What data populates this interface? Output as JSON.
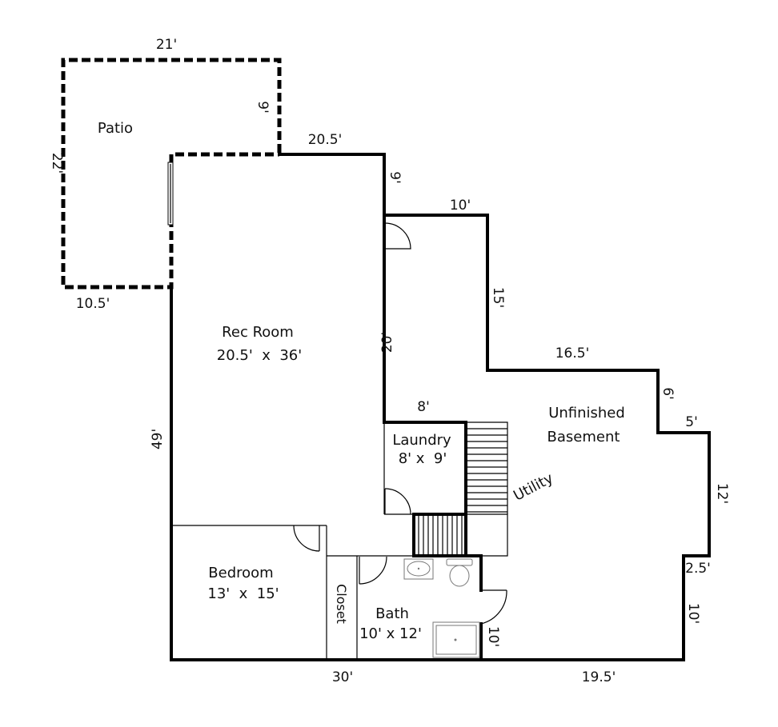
{
  "rooms": {
    "patio": {
      "name": "Patio"
    },
    "rec_room": {
      "name": "Rec Room",
      "size": "20.5'  x  36'"
    },
    "unfinished": {
      "name_line1": "Unfinished",
      "name_line2": "Basement"
    },
    "laundry": {
      "name": "Laundry",
      "size": "8' x  9'"
    },
    "utility": {
      "name": "Utility"
    },
    "bedroom": {
      "name": "Bedroom",
      "size": "13'  x  15'"
    },
    "closet": {
      "name": "Closet"
    },
    "bath": {
      "name": "Bath",
      "size": "10' x 12'"
    }
  },
  "dimensions": {
    "patio_top": "21'",
    "patio_left": "22'",
    "patio_right": "9'",
    "patio_bottom": "10.5'",
    "rec_top": "20.5'",
    "rec_right_upper": "9'",
    "unf_top_left": "10'",
    "unf_left_vertical": "15'",
    "rec_right_lower": "20'",
    "unf_mid_top": "16.5'",
    "unf_step_right": "6'",
    "unf_step_top": "5'",
    "unf_right": "12'",
    "unf_notch": "2.5'",
    "unf_right_lower": "10'",
    "laundry_top": "8'",
    "left_wall": "49'",
    "bottom_left": "30'",
    "bottom_right": "19.5'",
    "bath_right": "10'"
  }
}
